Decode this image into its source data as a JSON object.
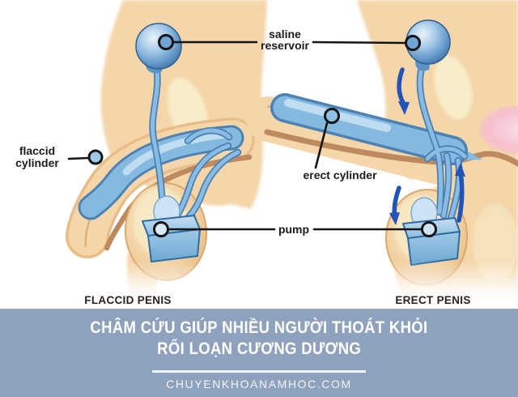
{
  "diagram": {
    "labels": {
      "saline_reservoir": [
        "saline",
        "reservoir"
      ],
      "flaccid_cylinder": [
        "flaccid",
        "cylinder"
      ],
      "erect_cylinder": "erect cylinder",
      "pump": "pump"
    },
    "captions": {
      "flaccid": "FLACCID PENIS",
      "erect": "ERECT PENIS"
    }
  },
  "banner": {
    "heading_line1": "CHÂM CỨU GIÚP NHIỀU NGƯỜI THOÁT KHỎI",
    "heading_line2": "RỐI LOẠN CƯƠNG DƯƠNG",
    "website": "CHUYENKHOANAMHOC.COM"
  },
  "colors": {
    "background": "#ffffff",
    "banner_bg": "#8fa2bd",
    "banner_text": "#ffffff",
    "divider": "#f2f5f9",
    "skin": "#f4d6aa",
    "skin_shadow": "#e9bd87",
    "skin_outline": "#dca86e",
    "cream_highlight": "#f8edc8",
    "implant_blue": "#85b9e0",
    "implant_blue_dark": "#4e82b4",
    "implant_blue_light": "#c7e0f2",
    "tube_blue": "#8abbe2",
    "tube_outline": "#4a80b2",
    "corpus_brown": "#bc8a5e",
    "arrow_blue": "#2453b8",
    "label_text": "#1c1c1c",
    "callout_line": "#151515",
    "caption_text": "#2a241d",
    "pink_tissue": "#f5bfce"
  }
}
